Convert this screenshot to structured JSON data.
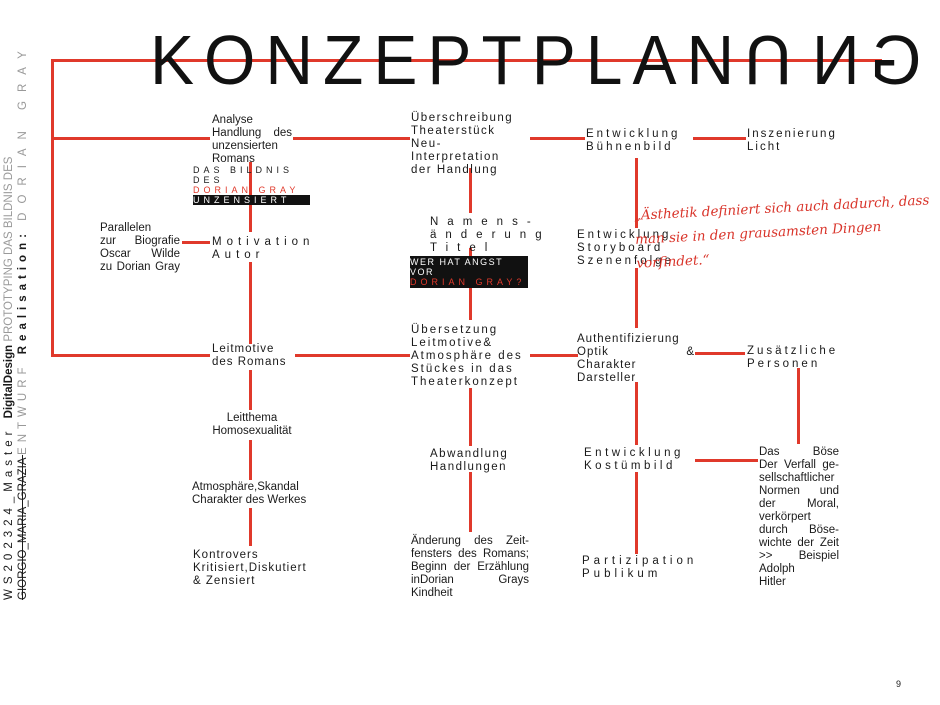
{
  "title": "KONZEPTPLANUNG",
  "side": {
    "line1_a": "WS202324_Master ",
    "line1_b": "DigitalDesign",
    "line1_c": " PROTOTYPING DAS BILDNIS DES",
    "line2_a": "GIORGIO_MARIA_GRAZIA ",
    "line2_b": "ENTWURF ",
    "line2_c": "Realisation: ",
    "line2_d": "DORIAN GRAY"
  },
  "nodes": {
    "analyse": "Analyse\nHandlung des\nunzensierten\nRomans",
    "tag1": "DAS BILDNIS DES",
    "tag2": "DORIAN GRAY",
    "tag3": "UNZENSIERT",
    "parallelen": "Parallelen\nzur Biografie\nOscar Wilde\nzu Dorian Gray",
    "motivation": "Motivation\nAutor",
    "leitmotive": "Leitmotive\ndes Romans",
    "leitthema": "Leitthema\nHomosexualität",
    "atmosphaere": "Atmosphäre,Skandal\nCharakter des Werkes",
    "kontrovers": "Kontrovers\nKritisiert,Diskutiert\n& Zensiert",
    "ueberschreibung": "Überschreibung\nTheaterstück\nNeu-Interpretation\nder Handlung",
    "namens": "Namens-\nänderung\nTitel",
    "tag4": "WER HAT ANGST VOR",
    "tag5": "DORIAN GRAY?",
    "uebersetzung": "Übersetzung\nLeitmotive&\nAtmosphäre des\nStückes in das\nTheaterkonzept",
    "abwandlung": "Abwandlung\nHandlungen",
    "aenderung": "Änderung des Zeit-\nfensters des Romans;\nBeginn der Erzählung\ninDorian Grays\nKindheit",
    "buehnenbild": "Entwicklung\nBühnenbild",
    "storyboard": "Entwicklung\nStoryboard\nSzenenfolge",
    "authentifizierung": "Authentifizierung\nOptik &\nCharakter\nDarsteller",
    "kostuem": "Entwicklung\nKostümbild",
    "partizipation": "Partizipation\nPublikum",
    "inszenierung": "Inszenierung\nLicht",
    "zusaetzliche": "Zusätzliche\nPersonen",
    "boese": "Das Böse\nDer Verfall ge-\nsellschaftlicher\nNormen und\nder Moral,\nverkörpert\ndurch Böse-\nwichte der Zeit\n>> Beispiel\nAdolph\nHitler"
  },
  "quote": "„Ästhetik definiert sich auch dadurch, dass man sie in den grausamsten Dingen vorfindet.“",
  "page_number": "9",
  "colors": {
    "accent": "#e0392b",
    "text": "#1a1a1a"
  }
}
